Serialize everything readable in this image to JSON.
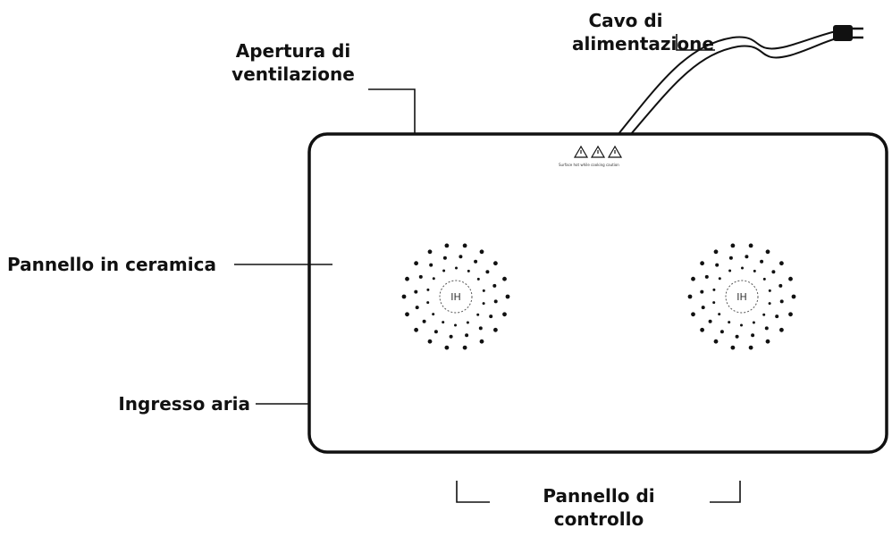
{
  "labels": {
    "power_cord": [
      "Cavo di",
      "alimentazione"
    ],
    "vent": [
      "Apertura di",
      "ventilazione"
    ],
    "ceramic_panel": "Pannello in ceramica",
    "air_inlet": "Ingresso aria",
    "control_panel": [
      "Pannello di",
      "controllo"
    ]
  },
  "burners": [
    {
      "mark": "IH"
    },
    {
      "mark": "IH"
    }
  ],
  "warning_icons": [
    "warning-icon",
    "hot-surface-icon",
    "caution-icon"
  ],
  "warning_text": "Surface hot while cooking  caution"
}
